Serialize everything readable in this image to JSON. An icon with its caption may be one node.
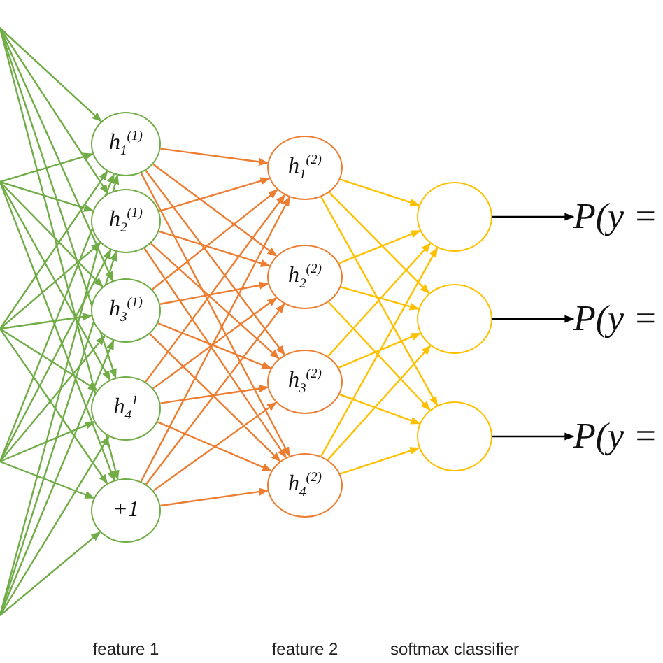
{
  "diagram": {
    "nodes": [
      {
        "text": [
          "h$_{1}$$^{(1)}$"
        ]
      },
      {
        "text": [
          "h$_{2}$$^{(1)}$"
        ]
      },
      {
        "text": [
          "h$_{3}$$^{(1)}$"
        ]
      },
      {
        "text": [
          "h$_{4}$$^{1}$"
        ]
      },
      {
        "text": [
          "+1"
        ]
      },
      {
        "text": [
          "h$_{1}$$^{(2)}$"
        ]
      },
      {
        "text": [
          "h$_{2}$$^{(2)}$"
        ]
      },
      {
        "text": [
          "h$_{3}$$^{(2)}$"
        ]
      },
      {
        "text": [
          "h$_{4}$$^{(2)}$"
        ]
      },
      {
        "text": [],
        "shape": "circle"
      },
      {
        "text": [],
        "shape": "circle"
      },
      {
        "text": [],
        "shape": "circle"
      },
      {
        "text": [
          "P(y ="
        ]
      },
      {
        "text": [
          "P(y ="
        ]
      },
      {
        "text": [
          "P(y ="
        ]
      }
    ],
    "edges": [
      {
        "from": null,
        "to": 0,
        "arrow": "to"
      },
      {
        "from": null,
        "to": 1,
        "arrow": "to"
      },
      {
        "from": null,
        "to": 2,
        "arrow": "to"
      },
      {
        "from": null,
        "to": 3,
        "arrow": "to"
      },
      {
        "from": null,
        "to": 4,
        "arrow": "to"
      },
      {
        "from": null,
        "to": 0,
        "arrow": "to"
      },
      {
        "from": null,
        "to": 1,
        "arrow": "to"
      },
      {
        "from": null,
        "to": 2,
        "arrow": "to"
      },
      {
        "from": null,
        "to": 3,
        "arrow": "to"
      },
      {
        "from": null,
        "to": 4,
        "arrow": "to"
      },
      {
        "from": null,
        "to": 0,
        "arrow": "to"
      },
      {
        "from": null,
        "to": 1,
        "arrow": "to"
      },
      {
        "from": null,
        "to": 2,
        "arrow": "to"
      },
      {
        "from": null,
        "to": 3,
        "arrow": "to"
      },
      {
        "from": null,
        "to": 4,
        "arrow": "to"
      },
      {
        "from": null,
        "to": 0,
        "arrow": "to"
      },
      {
        "from": null,
        "to": 1,
        "arrow": "to"
      },
      {
        "from": null,
        "to": 2,
        "arrow": "to"
      },
      {
        "from": null,
        "to": 3,
        "arrow": "to"
      },
      {
        "from": null,
        "to": 4,
        "arrow": "to"
      },
      {
        "from": null,
        "to": 0,
        "arrow": "to"
      },
      {
        "from": null,
        "to": 1,
        "arrow": "to"
      },
      {
        "from": null,
        "to": 2,
        "arrow": "to"
      },
      {
        "from": null,
        "to": 3,
        "arrow": "to"
      },
      {
        "from": null,
        "to": 4,
        "arrow": "to"
      },
      {
        "from": 0,
        "to": 5,
        "arrow": "to",
        "color": "#ed7d31"
      },
      {
        "from": 0,
        "to": 6,
        "arrow": "to",
        "color": "#ed7d31"
      },
      {
        "from": 0,
        "to": 7,
        "arrow": "to",
        "color": "#ed7d31"
      },
      {
        "from": 0,
        "to": 8,
        "arrow": "to",
        "color": "#ed7d31"
      },
      {
        "from": 1,
        "to": 5,
        "arrow": "to",
        "color": "#ed7d31"
      },
      {
        "from": 1,
        "to": 6,
        "arrow": "to",
        "color": "#ed7d31"
      },
      {
        "from": 1,
        "to": 7,
        "arrow": "to",
        "color": "#ed7d31"
      },
      {
        "from": 1,
        "to": 8,
        "arrow": "to",
        "color": "#ed7d31"
      },
      {
        "from": 2,
        "to": 5,
        "arrow": "to",
        "color": "#ed7d31"
      },
      {
        "from": 2,
        "to": 6,
        "arrow": "to",
        "color": "#ed7d31"
      },
      {
        "from": 2,
        "to": 7,
        "arrow": "to",
        "color": "#ed7d31"
      },
      {
        "from": 2,
        "to": 8,
        "arrow": "to",
        "color": "#ed7d31"
      },
      {
        "from": 3,
        "to": 5,
        "arrow": "to",
        "color": "#ed7d31"
      },
      {
        "from": 3,
        "to": 6,
        "arrow": "to",
        "color": "#ed7d31"
      },
      {
        "from": 3,
        "to": 7,
        "arrow": "to",
        "color": "#ed7d31"
      },
      {
        "from": 3,
        "to": 8,
        "arrow": "to",
        "color": "#ed7d31"
      },
      {
        "from": 4,
        "to": 5,
        "arrow": "to",
        "color": "#ed7d31"
      },
      {
        "from": 4,
        "to": 6,
        "arrow": "to",
        "color": "#ed7d31"
      },
      {
        "from": 4,
        "to": 7,
        "arrow": "to",
        "color": "#ed7d31"
      },
      {
        "from": 4,
        "to": 8,
        "arrow": "to",
        "color": "#ed7d31"
      },
      {
        "from": 5,
        "to": 9,
        "arrow": "to",
        "color": "#ffc000"
      },
      {
        "from": 5,
        "to": 10,
        "arrow": "to",
        "color": "#ffc000"
      },
      {
        "from": 5,
        "to": 11,
        "arrow": "to",
        "color": "#ffc000"
      },
      {
        "from": 6,
        "to": 9,
        "arrow": "to",
        "color": "#ffc000"
      },
      {
        "from": 6,
        "to": 10,
        "arrow": "to",
        "color": "#ffc000"
      },
      {
        "from": 6,
        "to": 11,
        "arrow": "to",
        "color": "#ffc000"
      },
      {
        "from": 7,
        "to": 9,
        "arrow": "to",
        "color": "#ffc000"
      },
      {
        "from": 7,
        "to": 10,
        "arrow": "to",
        "color": "#ffc000"
      },
      {
        "from": 7,
        "to": 11,
        "arrow": "to",
        "color": "#ffc000"
      },
      {
        "from": 8,
        "to": 9,
        "arrow": "to",
        "color": "#ffc000"
      },
      {
        "from": 8,
        "to": 10,
        "arrow": "to",
        "color": "#ffc000"
      },
      {
        "from": 8,
        "to": 11,
        "arrow": "to",
        "color": "#ffc000"
      },
      {
        "from": 9,
        "to": 12,
        "arrow": "to",
        "color": "#000000"
      },
      {
        "from": 10,
        "to": 13,
        "arrow": "to",
        "color": "#000000"
      },
      {
        "from": 11,
        "to": 14,
        "arrow": "to",
        "color": "#000000"
      }
    ],
    "labels": [
      "feature 1",
      "feature 2",
      "softmax classifier"
    ]
  }
}
